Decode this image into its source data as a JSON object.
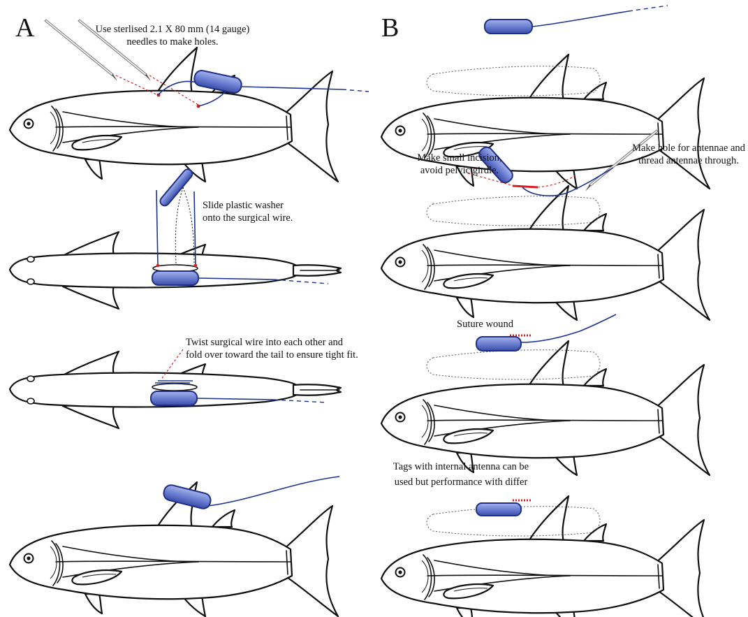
{
  "panels": {
    "a_label": "A",
    "b_label": "B"
  },
  "captions": {
    "a1_line1": "Use sterlised 2.1 X 80 mm (14 gauge)",
    "a1_line2": "needles to make holes.",
    "a2_line1": "Slide plastic washer",
    "a2_line2": "onto the surgical wire.",
    "a3_line1": "Twist surgical wire into each other and",
    "a3_line2": "fold over toward the tail to ensure tight fit.",
    "b2_left_line1": "Make small incision,",
    "b2_left_line2": "avoid pelvic girdle.",
    "b2_right_line1": "Make hole for antennae and",
    "b2_right_line2": "thread antennae through.",
    "b3": "Suture wound",
    "b4_line1": "Tags with internal antenna can be",
    "b4_line2": "used but performance with differ"
  },
  "colors": {
    "tag_fill": "#6c7fd2",
    "wire": "#1c3391",
    "marker": "#d42020",
    "outline": "#111111"
  },
  "icons": [
    "fish-side-view",
    "fish-dorsal-view",
    "needle",
    "transmitter-tag",
    "antenna-wire"
  ]
}
